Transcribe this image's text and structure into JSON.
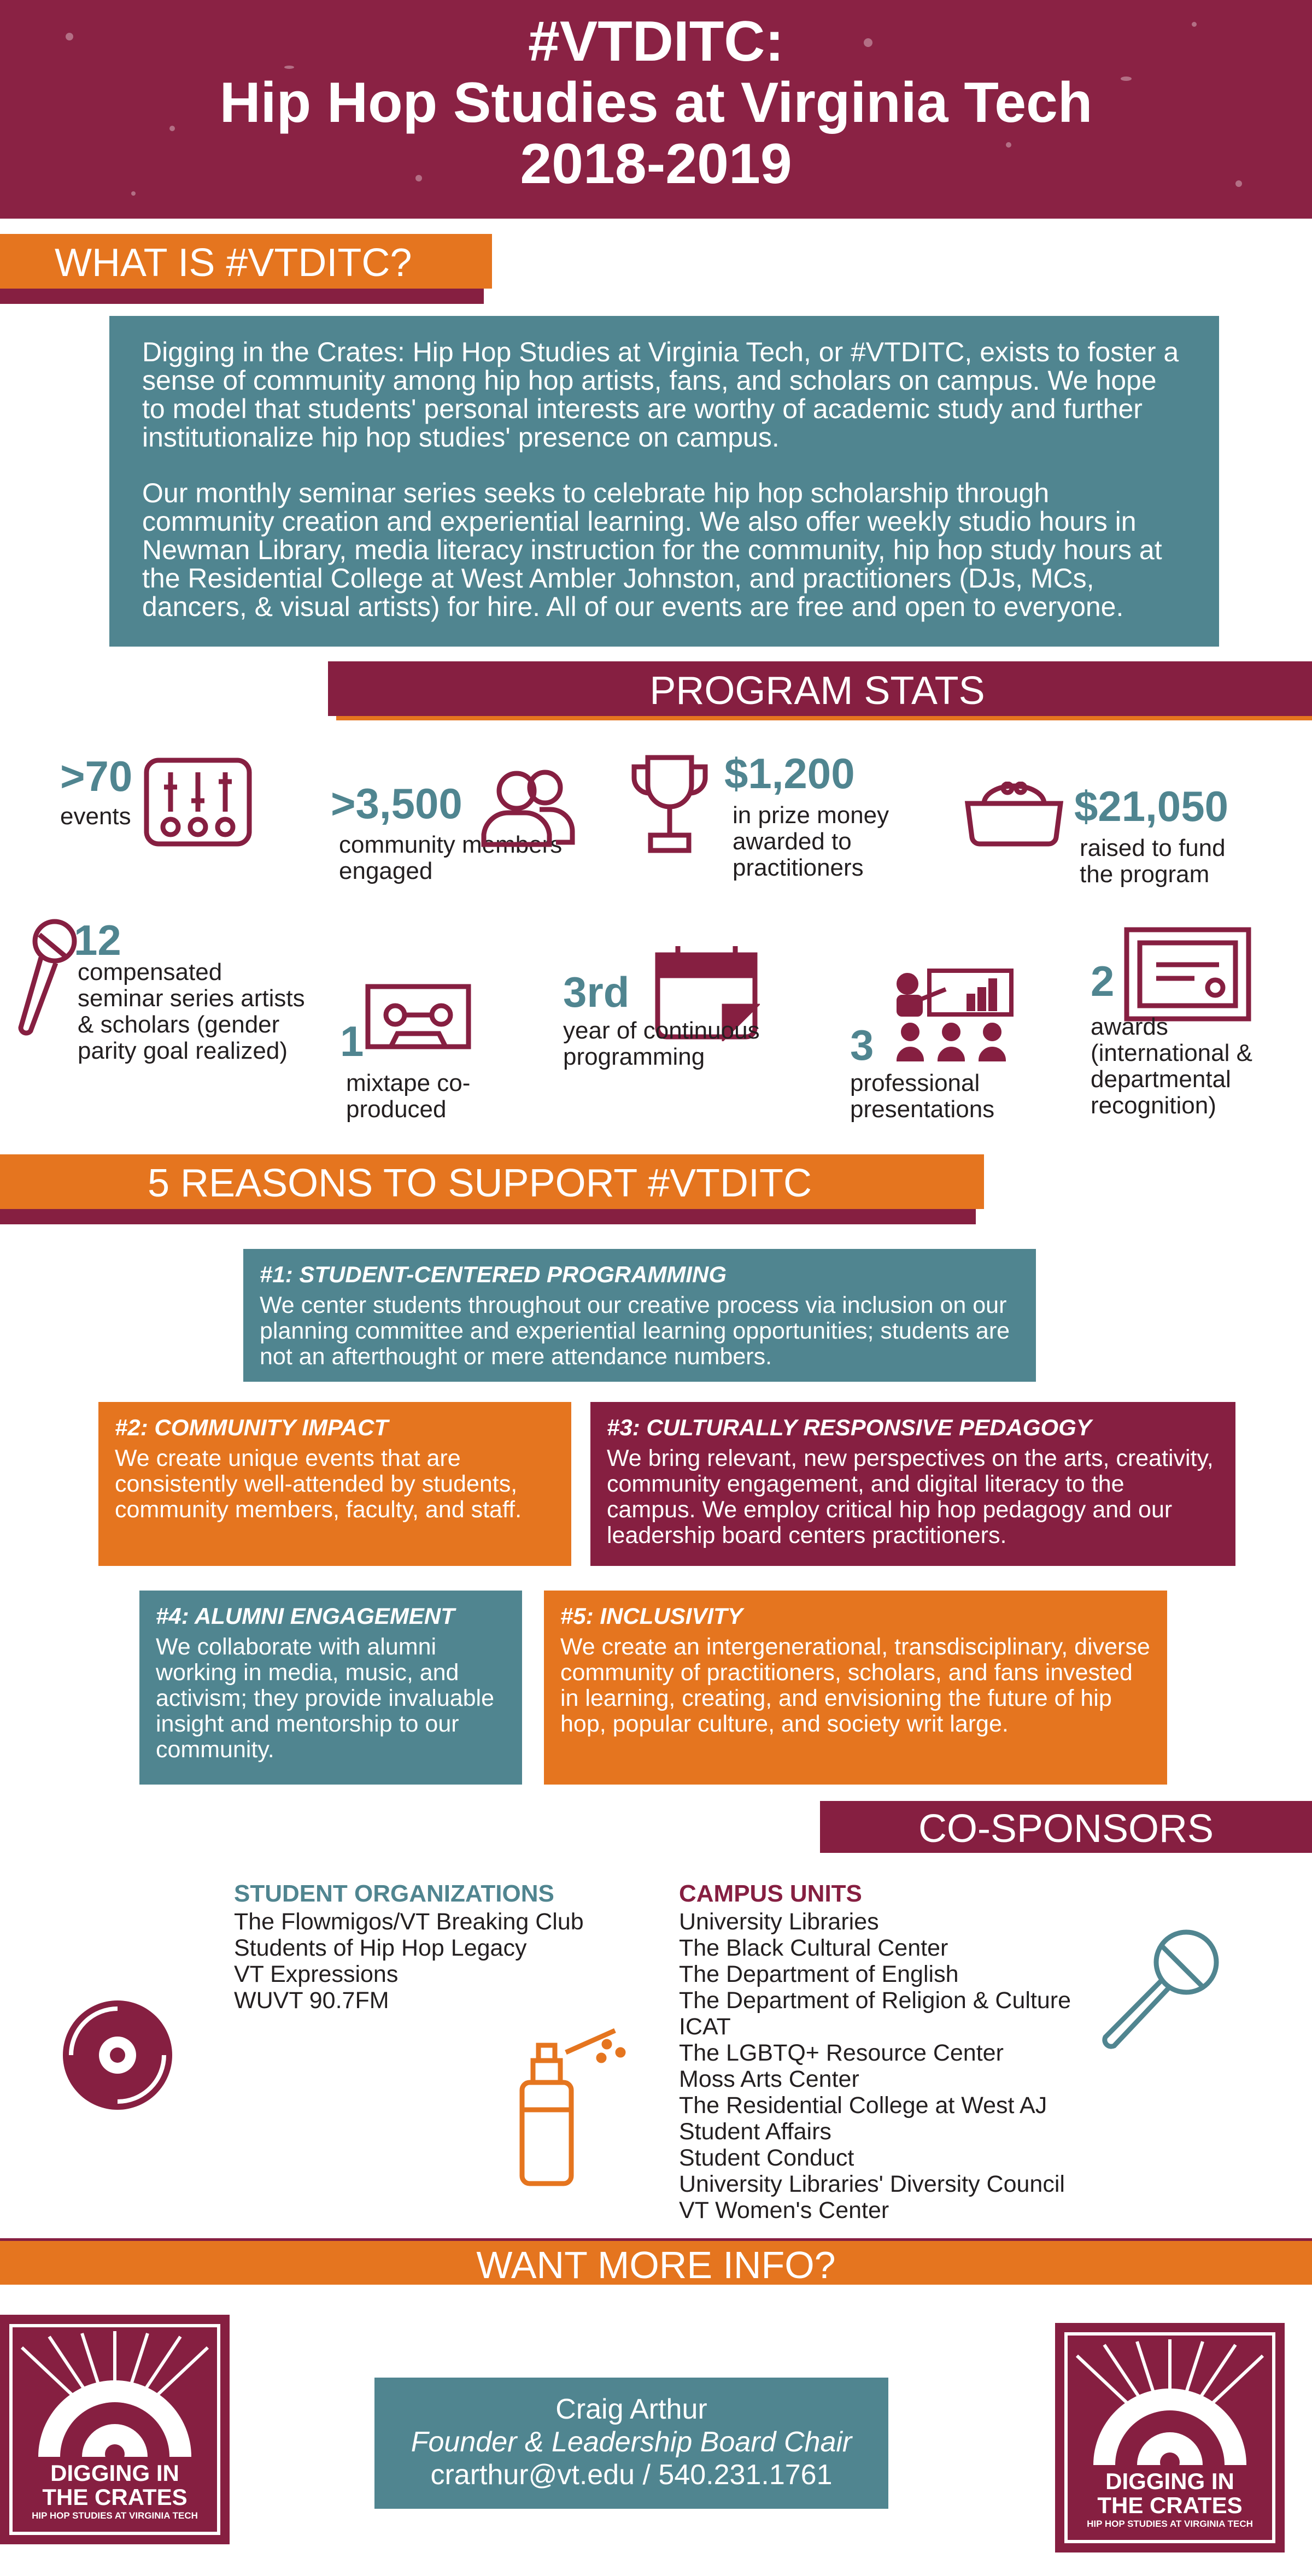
{
  "header": {
    "line1": "#VTDITC:",
    "line2": "Hip Hop Studies at Virginia Tech",
    "line3": "2018-2019"
  },
  "what_is": {
    "heading": "WHAT IS #VTDITC?",
    "paragraph1": "Digging in the Crates: Hip Hop Studies at Virginia Tech, or #VTDITC, exists to foster a sense of community among hip hop artists, fans, and scholars on campus. We hope to model that students' personal interests are worthy of academic study and further institutionalize hip hop studies' presence on campus.",
    "paragraph2": "Our monthly seminar series seeks to celebrate hip hop scholarship through community creation and experiential learning. We also offer weekly studio hours in Newman Library, media literacy instruction for the community, hip hop study hours at the Residential College at West Ambler Johnston, and practitioners (DJs, MCs, dancers, & visual artists) for hire. All of our events are free and open to everyone."
  },
  "program_stats": {
    "heading": "PROGRAM STATS",
    "stats": [
      {
        "value": ">70",
        "label": "events",
        "icon": "mixer-sliders-icon"
      },
      {
        "value": ">3,500",
        "label": "community members engaged",
        "icon": "people-icon"
      },
      {
        "value": "$1,200",
        "label": "in prize money awarded to practitioners",
        "icon": "trophy-icon"
      },
      {
        "value": "$21,050",
        "label": "raised to fund the program",
        "icon": "purse-icon"
      },
      {
        "value": "12",
        "label": "compensated seminar series artists & scholars (gender parity goal realized)",
        "icon": "microphone-icon"
      },
      {
        "value": "1",
        "label": "mixtape co-produced",
        "icon": "cassette-icon"
      },
      {
        "value": "3rd",
        "label": "year of continuous programming",
        "icon": "calendar-icon"
      },
      {
        "value": "3",
        "label": "professional presentations",
        "icon": "presentation-icon"
      },
      {
        "value": "2",
        "label": "awards (international & departmental recognition)",
        "icon": "certificate-icon"
      }
    ]
  },
  "reasons": {
    "heading": "5 REASONS TO SUPPORT #VTDITC",
    "items": [
      {
        "title": "#1: STUDENT-CENTERED PROGRAMMING",
        "body": "We center students throughout our creative process via inclusion on our planning committee and experiential learning opportunities; students are not an afterthought or mere attendance numbers."
      },
      {
        "title": "#2: COMMUNITY IMPACT",
        "body": "We create unique events that are consistently well-attended by students, community members, faculty, and staff."
      },
      {
        "title": "#3: CULTURALLY RESPONSIVE PEDAGOGY",
        "body": "We bring relevant, new perspectives on the arts, creativity, community engagement, and digital literacy to the campus. We employ critical hip hop pedagogy and our leadership board centers practitioners."
      },
      {
        "title": "#4: ALUMNI ENGAGEMENT",
        "body": "We collaborate with alumni working in media, music, and activism; they provide invaluable insight and mentorship to our community."
      },
      {
        "title": "#5: INCLUSIVITY",
        "body": "We create an intergenerational, transdisciplinary, diverse community of practitioners, scholars, and fans invested in learning, creating, and envisioning the future of hip hop, popular culture, and society writ large."
      }
    ]
  },
  "cosponsors": {
    "heading": "CO-SPONSORS",
    "student_orgs_title": "STUDENT ORGANIZATIONS",
    "student_orgs": [
      "The Flowmigos/VT Breaking Club",
      "Students of Hip Hop Legacy",
      "VT Expressions",
      "WUVT 90.7FM"
    ],
    "campus_units_title": "CAMPUS UNITS",
    "campus_units": [
      "University Libraries",
      "The Black Cultural Center",
      "The Department of English",
      "The Department of Religion & Culture",
      "ICAT",
      "The LGBTQ+ Resource Center",
      "Moss Arts Center",
      "The Residential College at West AJ",
      "Student Affairs",
      "Student Conduct",
      "University Libraries' Diversity Council",
      "VT Women's Center"
    ]
  },
  "more_info": {
    "heading": "WANT MORE INFO?",
    "name": "Craig Arthur",
    "role": "Founder & Leadership Board Chair",
    "contact": "crarthur@vt.edu / 540.231.1761",
    "logo_line1": "DIGGING IN",
    "logo_line2": "THE CRATES",
    "logo_line3": "HIP HOP STUDIES AT VIRGINIA TECH"
  },
  "colors": {
    "maroon": "#861f41",
    "orange": "#e5751f",
    "teal": "#508590"
  }
}
